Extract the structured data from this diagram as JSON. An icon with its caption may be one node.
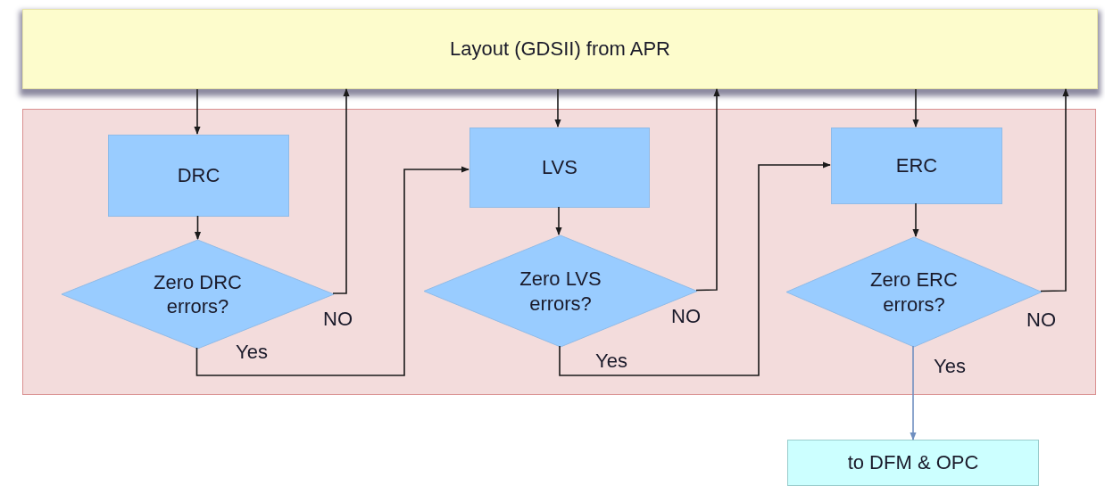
{
  "diagram": {
    "nodes": [
      {
        "text": [
          "Layout (GDSII) from APR"
        ]
      },
      {
        "text": [],
        "shape": "box"
      },
      {
        "text": [
          "DRC"
        ],
        "in": 1
      },
      {
        "text": [
          "Zero DRC errors?"
        ],
        "in": 1
      },
      {
        "text": [
          "LVS"
        ],
        "in": 1
      },
      {
        "text": [
          "Zero LVS errors?"
        ],
        "in": 1
      },
      {
        "text": [
          "ERC"
        ],
        "in": 1
      },
      {
        "text": [
          "Zero ERC errors?"
        ],
        "in": 1
      },
      {
        "text": [
          "to DFM & OPC"
        ]
      }
    ],
    "edges": [
      {
        "from": 0,
        "to": 2,
        "arrow": "to"
      },
      {
        "from": 2,
        "to": 3,
        "arrow": "to"
      },
      {
        "from": 3,
        "to": 0,
        "arrow": "to",
        "label": "NO"
      },
      {
        "from": 3,
        "to": 4,
        "arrow": "to",
        "label": "Yes"
      },
      {
        "from": 0,
        "to": 4,
        "arrow": "to"
      },
      {
        "from": 4,
        "to": 5,
        "arrow": "to"
      },
      {
        "from": 5,
        "to": 0,
        "arrow": "to",
        "label": "NO"
      },
      {
        "from": 5,
        "to": 6,
        "arrow": "to",
        "label": "Yes"
      },
      {
        "from": 0,
        "to": 6,
        "arrow": "to"
      },
      {
        "from": 6,
        "to": 7,
        "arrow": "to"
      },
      {
        "from": 7,
        "to": 0,
        "arrow": "to",
        "label": "NO"
      },
      {
        "from": 7,
        "to": 8,
        "arrow": "to",
        "label": "Yes",
        "color": "#6f8fc0"
      }
    ]
  }
}
